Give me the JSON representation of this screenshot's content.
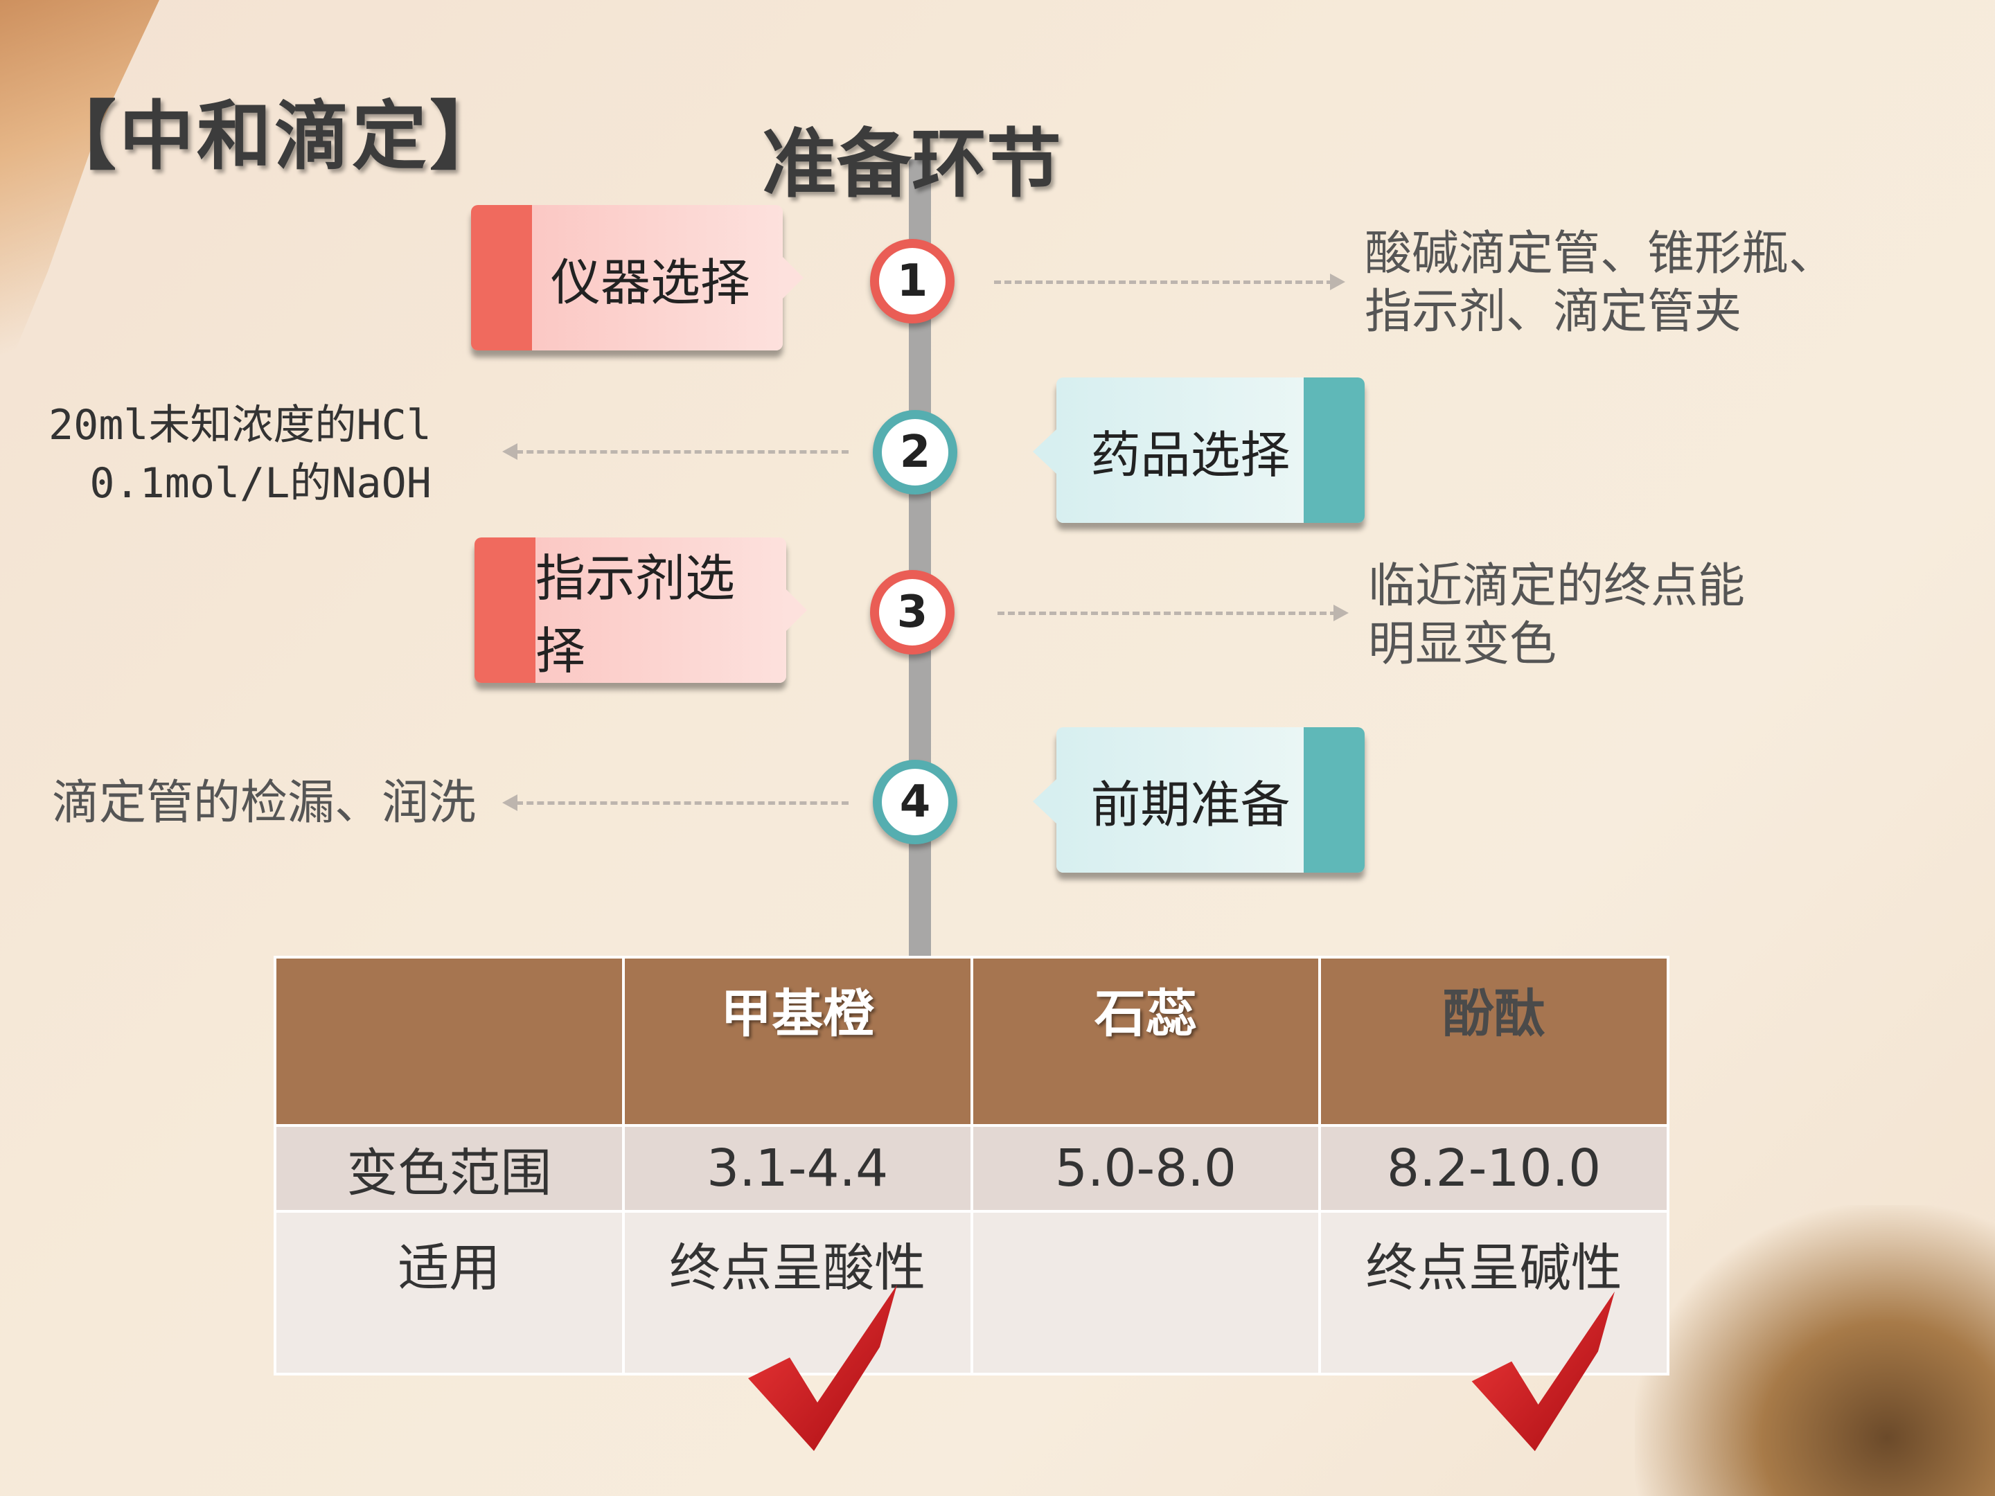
{
  "page_title": "【中和滴定】",
  "section_title": "准备环节",
  "steps": [
    {
      "number": "1",
      "label": "仪器选择",
      "note_lines": [
        "酸碱滴定管、锥形瓶、",
        "指示剂、滴定管夹"
      ]
    },
    {
      "number": "2",
      "label": "药品选择",
      "note_lines": [
        "20ml未知浓度的HCl",
        "0.1mol/L的NaOH"
      ]
    },
    {
      "number": "3",
      "label": "指示剂选择",
      "note_lines": [
        "临近滴定的终点能",
        "明显变色"
      ]
    },
    {
      "number": "4",
      "label": "前期准备",
      "note_lines": [
        "滴定管的检漏、润洗"
      ]
    }
  ],
  "table": {
    "headers": [
      "",
      "甲基橙",
      "石蕊",
      "酚酞"
    ],
    "rows": [
      [
        "变色范围",
        "3.1-4.4",
        "5.0-8.0",
        "8.2-10.0"
      ],
      [
        "适用",
        "终点呈酸性",
        "",
        "终点呈碱性"
      ]
    ]
  },
  "colors": {
    "red_accent": "#f06a5e",
    "teal_accent": "#5fb8b8",
    "table_header": "#a67550",
    "check_red": "#d8141c"
  }
}
